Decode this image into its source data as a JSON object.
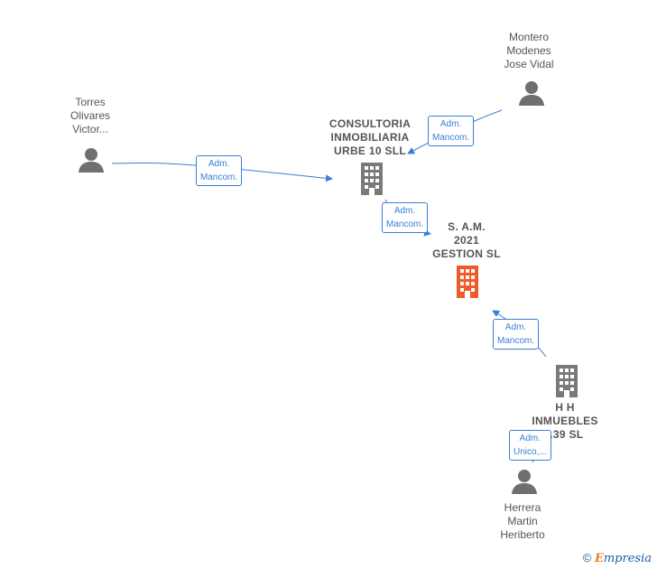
{
  "nodes": {
    "torres": {
      "lines": [
        "Torres",
        "Olivares",
        "Victor..."
      ],
      "kind": "person"
    },
    "montero": {
      "lines": [
        "Montero",
        "Modenes",
        "Jose Vidal"
      ],
      "kind": "person"
    },
    "consultoria": {
      "lines": [
        "CONSULTORIA",
        "INMOBILIARIA",
        "URBE 10  SLL"
      ],
      "kind": "company"
    },
    "sam": {
      "lines": [
        "S. A.M.",
        "2021",
        "GESTION  SL"
      ],
      "kind": "company-focus"
    },
    "hh": {
      "lines": [
        "H H",
        "INMUEBLES",
        "..39 SL"
      ],
      "kind": "company"
    },
    "herrera": {
      "lines": [
        "Herrera",
        "Martin",
        "Heriberto"
      ],
      "kind": "person"
    }
  },
  "edges": [
    {
      "from": "torres",
      "to": "consultoria",
      "label": [
        "Adm.",
        "Mancom."
      ]
    },
    {
      "from": "montero",
      "to": "consultoria",
      "label": [
        "Adm.",
        "Mancom."
      ]
    },
    {
      "from": "consultoria",
      "to": "sam",
      "label": [
        "Adm.",
        "Mancom."
      ]
    },
    {
      "from": "hh",
      "to": "sam",
      "label": [
        "Adm.",
        "Mancom."
      ]
    },
    {
      "from": "herrera",
      "to": "hh",
      "label": [
        "Adm.",
        "Unico,..."
      ]
    }
  ],
  "colors": {
    "edge": "#3a7fd5",
    "person_icon": "#6f6f6f",
    "company_icon": "#7a7a7a",
    "focus_company_icon": "#f05a28",
    "label_text": "#555555"
  },
  "watermark": {
    "symbol": "©",
    "brand_initial": "E",
    "brand_rest": "mpresia"
  }
}
